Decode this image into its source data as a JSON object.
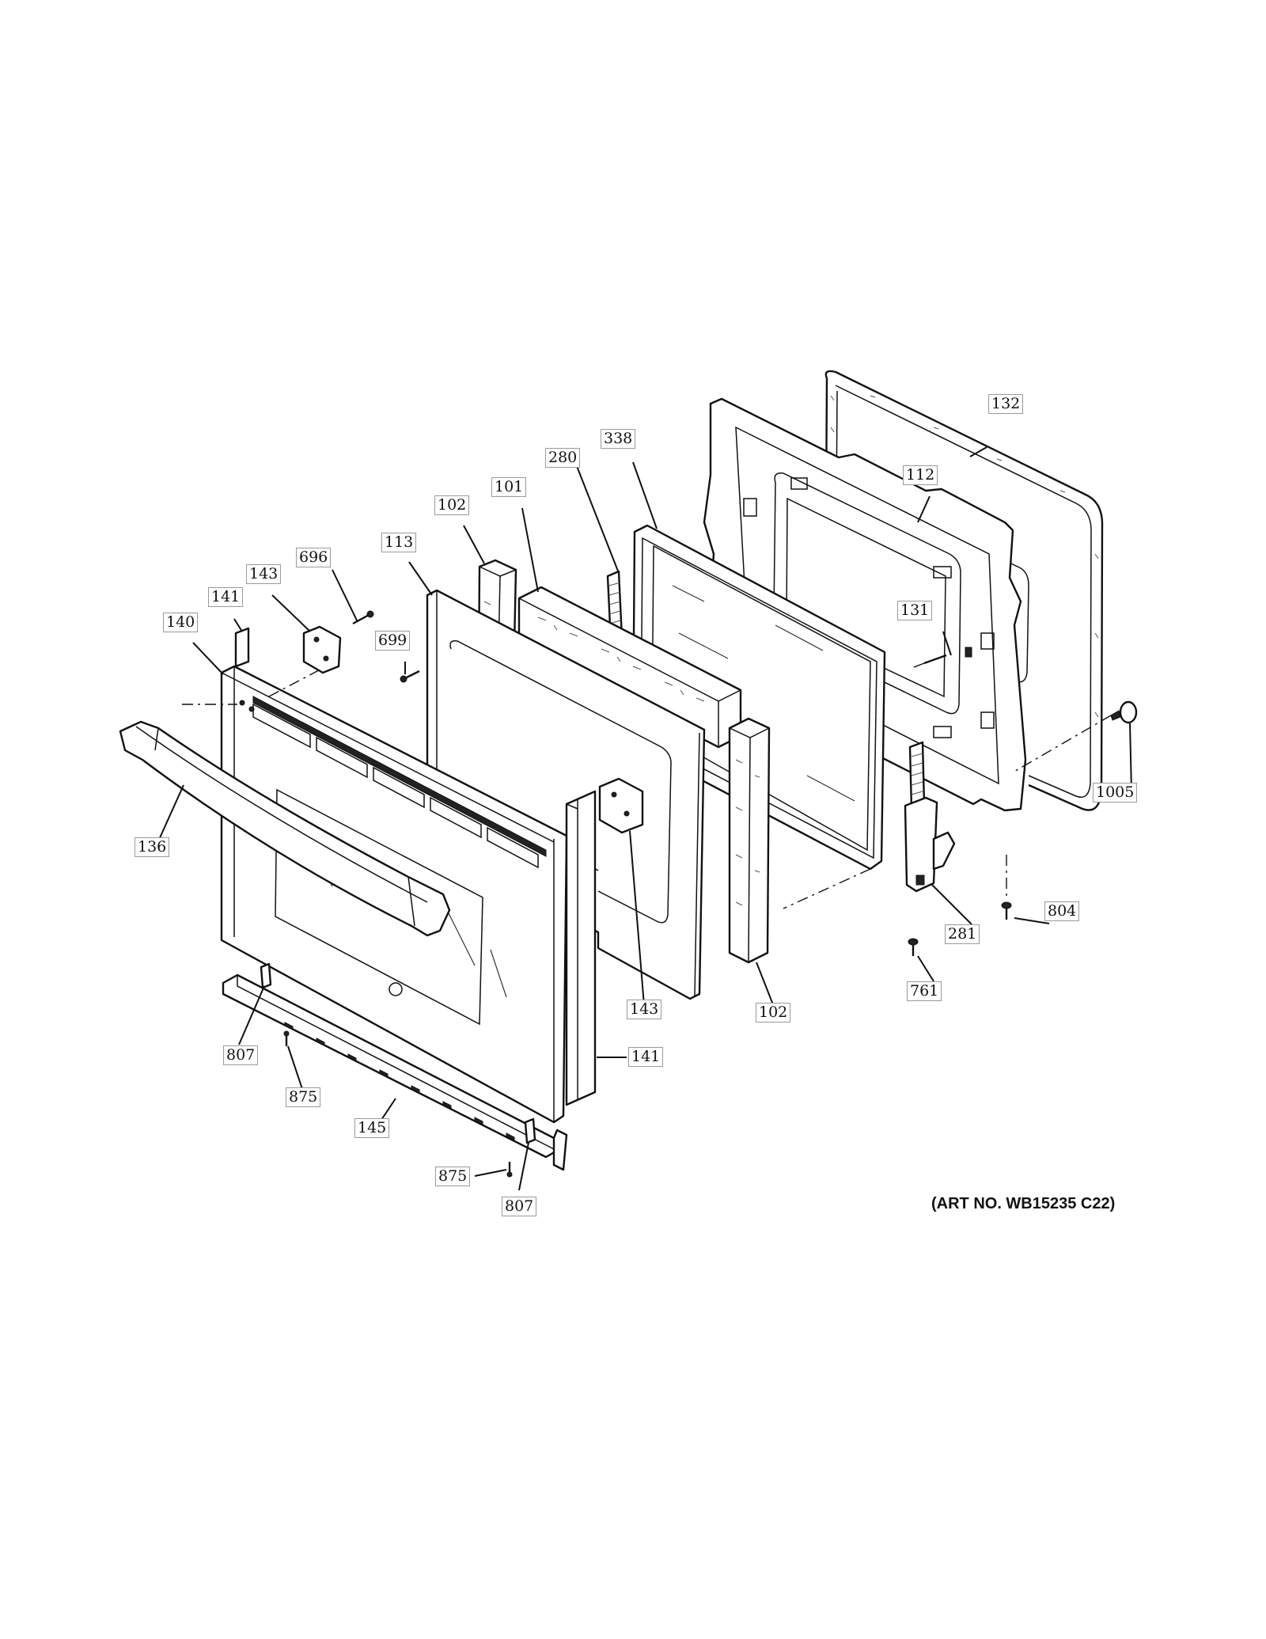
{
  "diagram": {
    "art_number": "(ART NO. WB15235 C22)",
    "callouts": [
      {
        "id": "c-132",
        "label": "132"
      },
      {
        "id": "c-112",
        "label": "112"
      },
      {
        "id": "c-338",
        "label": "338"
      },
      {
        "id": "c-280",
        "label": "280"
      },
      {
        "id": "c-101",
        "label": "101"
      },
      {
        "id": "c-102-top",
        "label": "102"
      },
      {
        "id": "c-113",
        "label": "113"
      },
      {
        "id": "c-696",
        "label": "696"
      },
      {
        "id": "c-143-top",
        "label": "143"
      },
      {
        "id": "c-141-top",
        "label": "141"
      },
      {
        "id": "c-140",
        "label": "140"
      },
      {
        "id": "c-699",
        "label": "699"
      },
      {
        "id": "c-131",
        "label": "131"
      },
      {
        "id": "c-1005",
        "label": "1005"
      },
      {
        "id": "c-136",
        "label": "136"
      },
      {
        "id": "c-804",
        "label": "804"
      },
      {
        "id": "c-281",
        "label": "281"
      },
      {
        "id": "c-761",
        "label": "761"
      },
      {
        "id": "c-143-bottom",
        "label": "143"
      },
      {
        "id": "c-102-bottom",
        "label": "102"
      },
      {
        "id": "c-141-bottom",
        "label": "141"
      },
      {
        "id": "c-807-left",
        "label": "807"
      },
      {
        "id": "c-875-left",
        "label": "875"
      },
      {
        "id": "c-145",
        "label": "145"
      },
      {
        "id": "c-875-bottom",
        "label": "875"
      },
      {
        "id": "c-807-bottom",
        "label": "807"
      }
    ]
  }
}
